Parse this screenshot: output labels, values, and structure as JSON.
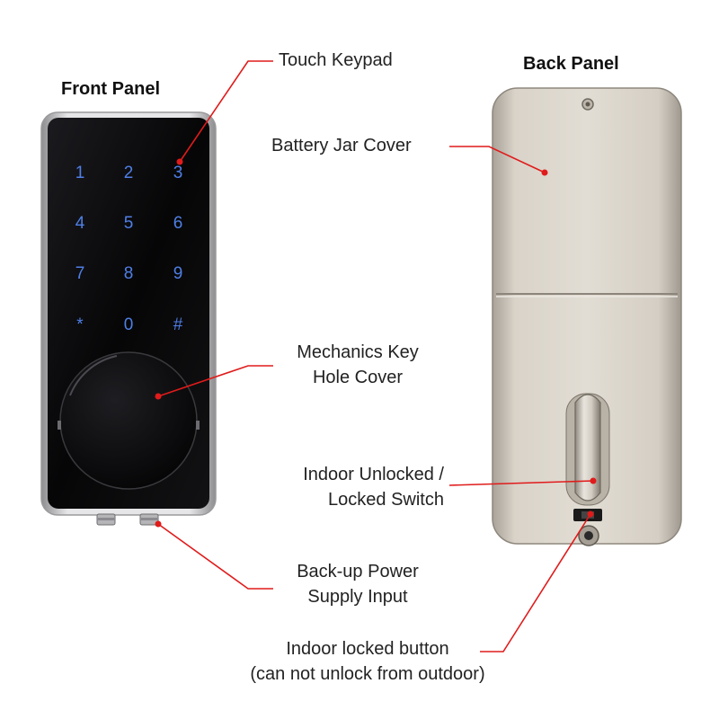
{
  "front_panel": {
    "title": "Front Panel",
    "keypad_keys": [
      "1",
      "2",
      "3",
      "4",
      "5",
      "6",
      "7",
      "8",
      "9",
      "*",
      "0",
      "#"
    ]
  },
  "back_panel": {
    "title": "Back Panel"
  },
  "callouts": {
    "touch_keypad": "Touch Keypad",
    "battery_jar_cover": "Battery Jar Cover",
    "mechanics_key_hole_cover_line1": "Mechanics Key",
    "mechanics_key_hole_cover_line2": "Hole Cover",
    "indoor_switch_line1": "Indoor Unlocked /",
    "indoor_switch_line2": "Locked Switch",
    "backup_power_line1": "Back-up Power",
    "backup_power_line2": "Supply Input",
    "indoor_locked_button_line1": "Indoor locked button",
    "indoor_locked_button_line2": "(can not unlock from outdoor)"
  },
  "colors": {
    "callout_line": "#e01b1b",
    "keypad_digits": "#4f7fe6",
    "front_glass": "#0b0b0d",
    "back_metal": "#cfc8bd"
  }
}
